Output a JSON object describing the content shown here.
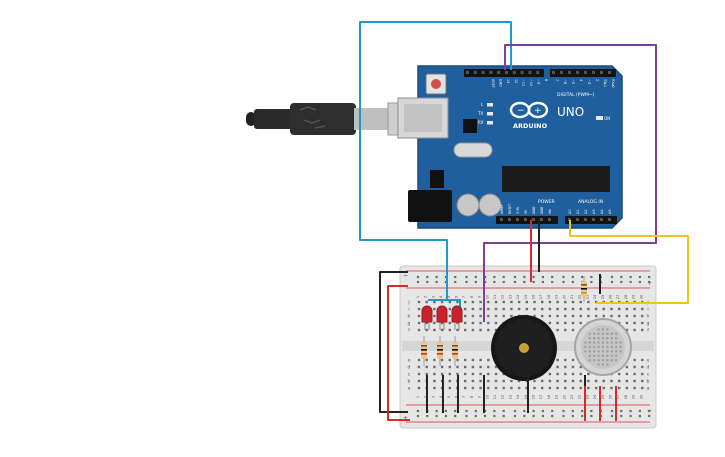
{
  "board": {
    "brand": "ARDUINO",
    "model": "UNO",
    "header_labels": [
      "AREF",
      "GND",
      "13",
      "12",
      "~11",
      "~10",
      "~9",
      "8",
      "7",
      "~6",
      "~5",
      "4",
      "~3",
      "2",
      "TX▸1",
      "RX◂0"
    ],
    "digital_label": "DIGITAL (PWM~)",
    "power_label": "POWER",
    "power_pins": [
      "IOREF",
      "RESET",
      "3.3V",
      "5V",
      "GND",
      "GND",
      "Vin"
    ],
    "analog_label": "ANALOG IN",
    "analog_pins": [
      "A0",
      "A1",
      "A2",
      "A3",
      "A4",
      "A5"
    ],
    "led_labels": [
      "L",
      "TX",
      "RX"
    ],
    "on_label": "ON"
  },
  "breadboard": {
    "column_numbers": [
      "1",
      "2",
      "3",
      "4",
      "5",
      "6",
      "7",
      "8",
      "9",
      "10",
      "11",
      "12",
      "13",
      "14",
      "15",
      "16",
      "17",
      "18",
      "19",
      "20",
      "21",
      "22",
      "23",
      "24",
      "25",
      "26",
      "27",
      "28",
      "29",
      "30"
    ],
    "row_letters_top": [
      "j",
      "i",
      "h",
      "g",
      "f"
    ],
    "row_letters_bottom": [
      "e",
      "d",
      "c",
      "b",
      "a"
    ],
    "rail_plus": "+",
    "rail_minus": "−"
  },
  "colors": {
    "board": "#1f5f9e",
    "wire_blue": "#1e9ac8",
    "wire_purple": "#7d3f98",
    "wire_red": "#d62b2b",
    "wire_black": "#222222",
    "wire_yellow": "#f2c41b",
    "led": "#c8232b"
  }
}
